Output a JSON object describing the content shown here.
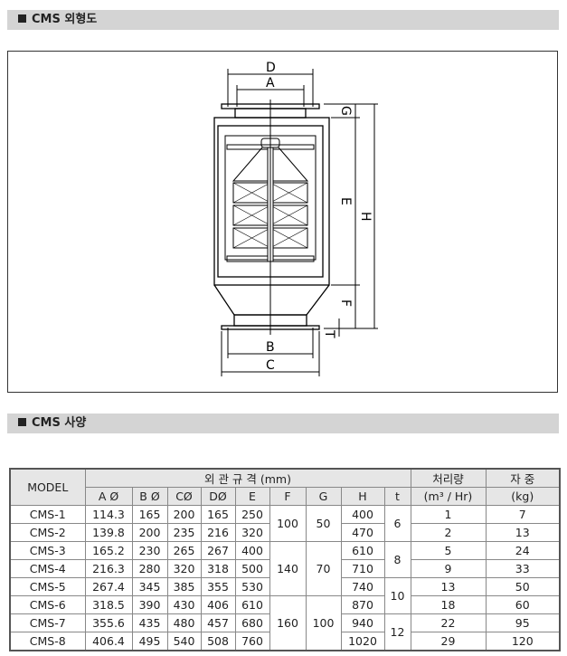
{
  "sections": {
    "outline_title": "CMS 외형도",
    "spec_title": "CMS 사양"
  },
  "diagram": {
    "labels": {
      "D": "D",
      "A": "A",
      "B": "B",
      "C": "C",
      "G": "G",
      "E": "E",
      "F": "F",
      "H": "H",
      "T": "T"
    }
  },
  "table": {
    "model_header": "MODEL",
    "dims_header": "외 관 규 격 (mm)",
    "flow_header": "처리량",
    "weight_header": "자  중",
    "subheaders": [
      "A Ø",
      "B Ø",
      "CØ",
      "DØ",
      "E",
      "F",
      "G",
      "H",
      "t"
    ],
    "flow_unit": "(m³ / Hr)",
    "weight_unit": "(kg)",
    "rows": [
      {
        "model": "CMS-1",
        "a": "114.3",
        "b": "165",
        "c": "200",
        "d": "165",
        "e": "250",
        "h": "400",
        "flow": "1",
        "weight": "7"
      },
      {
        "model": "CMS-2",
        "a": "139.8",
        "b": "200",
        "c": "235",
        "d": "216",
        "e": "320",
        "h": "470",
        "flow": "2",
        "weight": "13"
      },
      {
        "model": "CMS-3",
        "a": "165.2",
        "b": "230",
        "c": "265",
        "d": "267",
        "e": "400",
        "h": "610",
        "flow": "5",
        "weight": "24"
      },
      {
        "model": "CMS-4",
        "a": "216.3",
        "b": "280",
        "c": "320",
        "d": "318",
        "e": "500",
        "h": "710",
        "flow": "9",
        "weight": "33"
      },
      {
        "model": "CMS-5",
        "a": "267.4",
        "b": "345",
        "c": "385",
        "d": "355",
        "e": "530",
        "h": "740",
        "flow": "13",
        "weight": "50"
      },
      {
        "model": "CMS-6",
        "a": "318.5",
        "b": "390",
        "c": "430",
        "d": "406",
        "e": "610",
        "h": "870",
        "flow": "18",
        "weight": "60"
      },
      {
        "model": "CMS-7",
        "a": "355.6",
        "b": "435",
        "c": "480",
        "d": "457",
        "e": "680",
        "h": "940",
        "flow": "22",
        "weight": "95"
      },
      {
        "model": "CMS-8",
        "a": "406.4",
        "b": "495",
        "c": "540",
        "d": "508",
        "e": "760",
        "h": "1020",
        "flow": "29",
        "weight": "120"
      }
    ],
    "f_groups": [
      "100",
      "140",
      "160"
    ],
    "g_groups": [
      "50",
      "70",
      "100"
    ],
    "t_groups": [
      "6",
      "8",
      "10",
      "12"
    ]
  }
}
